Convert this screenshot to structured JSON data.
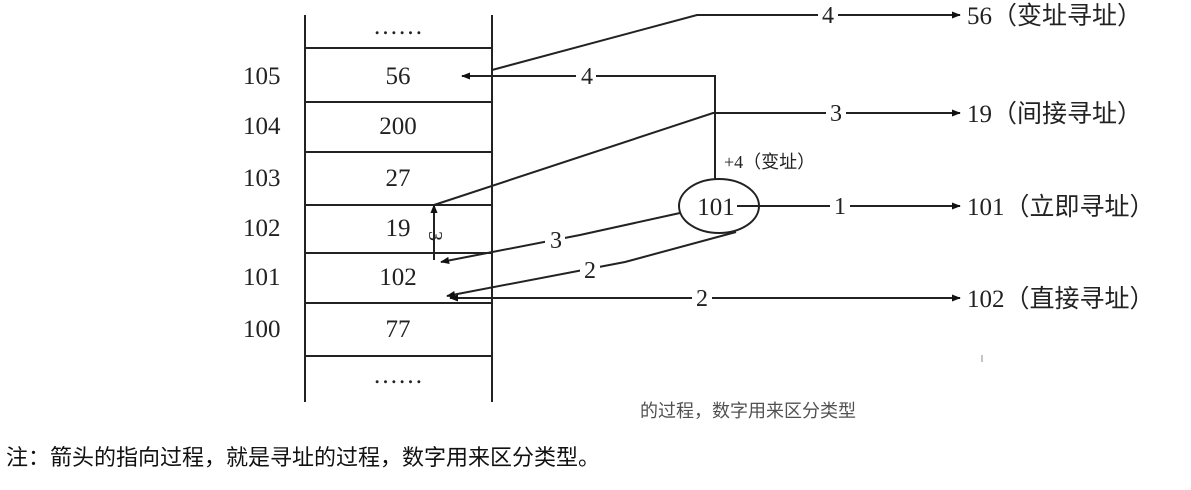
{
  "memory": {
    "top_ellipsis": "……",
    "bottom_ellipsis": "……",
    "cells": [
      {
        "address": "105",
        "value": "56"
      },
      {
        "address": "104",
        "value": "200"
      },
      {
        "address": "103",
        "value": "27"
      },
      {
        "address": "102",
        "value": "19"
      },
      {
        "address": "101",
        "value": "102"
      },
      {
        "address": "100",
        "value": "77"
      }
    ]
  },
  "instruction": {
    "operand": "101",
    "offset_label": "+4（变址）"
  },
  "paths": [
    {
      "id": "1",
      "label": "1",
      "mode": "立即寻址",
      "result": "101（立即寻址）"
    },
    {
      "id": "2",
      "label": "2",
      "mode": "直接寻址",
      "result": "102（直接寻址）"
    },
    {
      "id": "3",
      "label": "3",
      "mode": "间接寻址",
      "result": "19（间接寻址）"
    },
    {
      "id": "4",
      "label": "4",
      "mode": "变址寻址",
      "result": "56（变址寻址）"
    }
  ],
  "faded_caption": "的过程，数字用来区分类型",
  "note": "注：箭头的指向过程，就是寻址的过程，数字用来区分类型。"
}
